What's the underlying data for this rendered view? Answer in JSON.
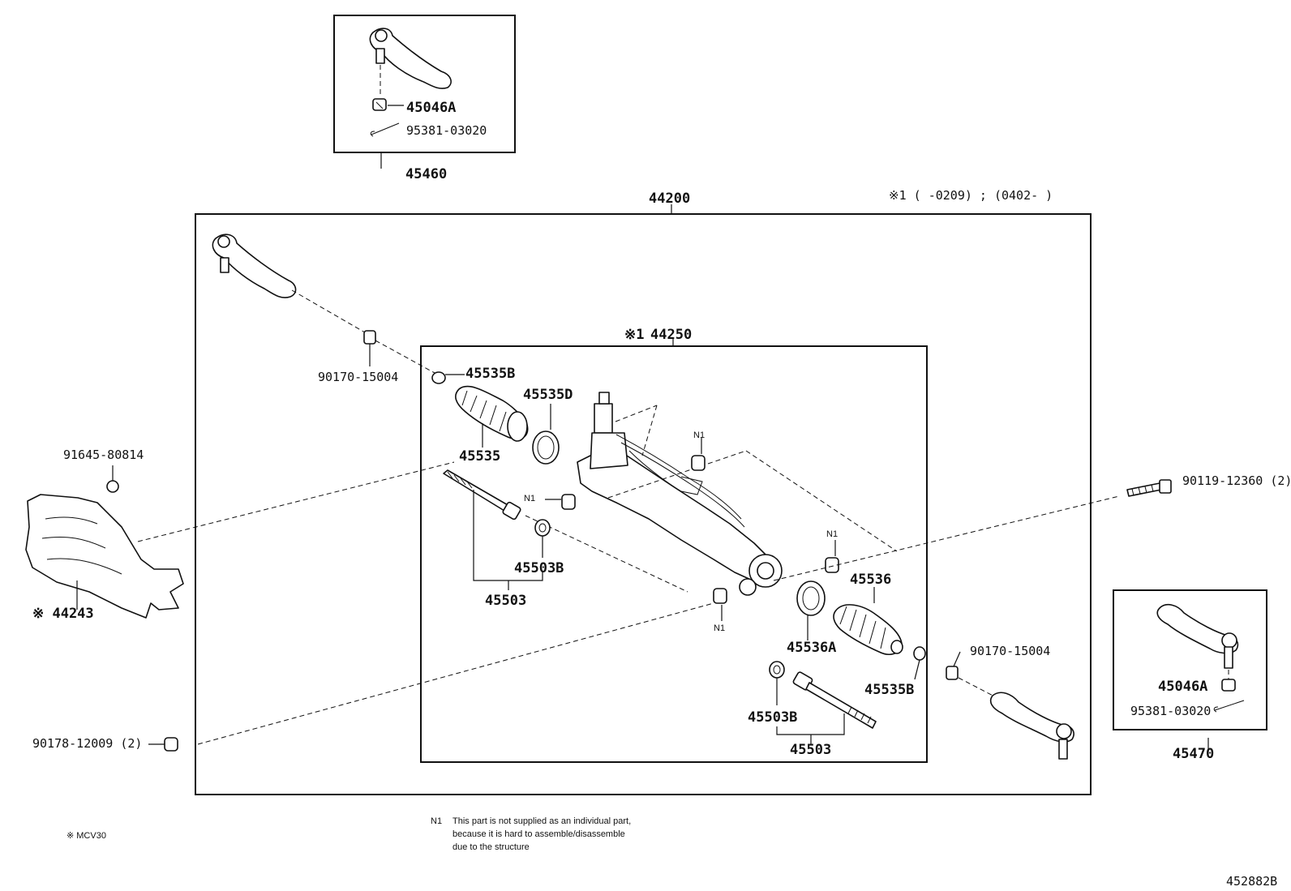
{
  "figure_id": "452882B",
  "footnote_mark": "※ MCV30",
  "n1_note": {
    "tag": "N1",
    "line1": "This part is not supplied as an individual part,",
    "line2": "because it is hard to assemble/disassemble",
    "line3": "due to the structure"
  },
  "assemblies": {
    "top_box": "45460",
    "right_box": "45470",
    "gear_assy": "44200",
    "rack_assy": "44250",
    "rack_assy_mark": "※1",
    "date_note": "※1 (     -0209) ; (0402-      )"
  },
  "parts": {
    "p45046a_top": "45046A",
    "p95381_top": "95381-03020",
    "p45535b_upper": "45535B",
    "p45535d": "45535D",
    "p45535": "45535",
    "p90170_left": "90170-15004",
    "p91645": "91645-80814",
    "p44243": "※ 44243",
    "p45503b_left": "45503B",
    "p45503_left": "45503",
    "p90178": "90178-12009 (2)",
    "p90119": "90119-12360 (2)",
    "p45536": "45536",
    "p45536a": "45536A",
    "p45535b_lower": "45535B",
    "p90170_right": "90170-15004",
    "p45503b_right": "45503B",
    "p45503_right": "45503",
    "p45046a_right": "45046A",
    "p95381_right": "95381-03020",
    "n1": "N1"
  }
}
